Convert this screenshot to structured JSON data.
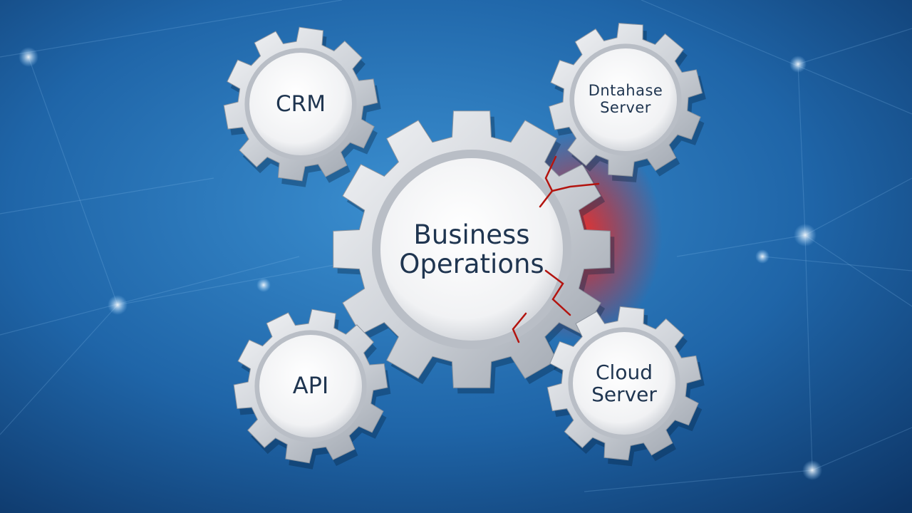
{
  "diagram": {
    "center_gear": {
      "lines": [
        "Business",
        "Operations"
      ]
    },
    "satellites": [
      {
        "id": "crm",
        "lines": [
          "CRM"
        ]
      },
      {
        "id": "db",
        "lines": [
          "Dntahase",
          "Server"
        ]
      },
      {
        "id": "api",
        "lines": [
          "API"
        ]
      },
      {
        "id": "cloud",
        "lines": [
          "Cloud",
          "Server"
        ]
      }
    ]
  },
  "colors": {
    "background_dark": "#0f3a6e",
    "background_light": "#2f7fc0",
    "gear_metal": "#dcdfe4",
    "gear_face": "#ffffff",
    "label_text": "#1f3550",
    "fracture_glow": "#e8231c"
  },
  "icons": [
    "gear-icon",
    "crack-icon"
  ]
}
